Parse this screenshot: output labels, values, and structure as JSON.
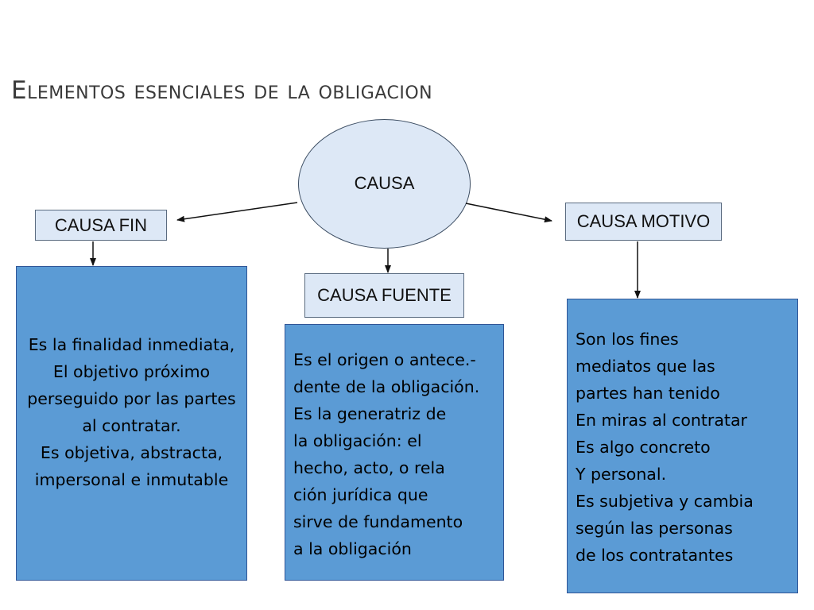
{
  "title": "Elementos esenciales de la obligacion",
  "center": {
    "label": "CAUSA"
  },
  "causa_fin": {
    "label": "CAUSA FIN",
    "lines": [
      "Es la finalidad inmediata,",
      "El objetivo próximo",
      "perseguido por las partes",
      "al contratar.",
      "Es objetiva, abstracta,",
      "impersonal e inmutable"
    ]
  },
  "causa_fuente": {
    "label": "CAUSA FUENTE",
    "lines": [
      "Es el origen o antece.-",
      "dente de la obligación.",
      "Es la generatriz de",
      "la obligación: el",
      "hecho, acto, o rela",
      "ción jurídica que",
      "sirve de fundamento",
      "a la obligación"
    ]
  },
  "causa_motivo": {
    "label": "CAUSA MOTIVO",
    "lines": [
      "Son los fines",
      "mediatos que las",
      "partes han tenido",
      "En miras al contratar",
      "Es algo concreto",
      "Y personal.",
      "Es subjetiva y cambia",
      "según las personas",
      "de los contratantes"
    ]
  }
}
